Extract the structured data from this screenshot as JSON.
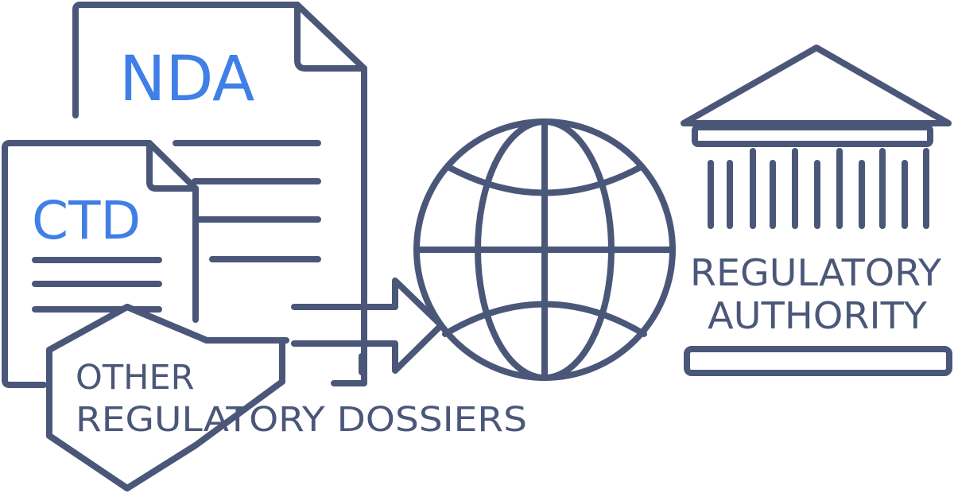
{
  "colors": {
    "stroke": "#4b5779",
    "accent": "#3f7fe6",
    "background": "#ffffff"
  },
  "documents": {
    "primary_label": "NDA",
    "secondary_label": "CTD"
  },
  "shield": {
    "line1": "OTHER",
    "line2": "REGULATORY DOSSIERS"
  },
  "authority": {
    "line1": "REGULATORY",
    "line2": "AUTHORITY"
  },
  "icons": {
    "nda_document": "document-icon",
    "ctd_document": "document-icon",
    "shield": "shield-icon",
    "arrow": "arrow-right-icon",
    "globe": "globe-icon",
    "building": "courthouse-icon"
  }
}
